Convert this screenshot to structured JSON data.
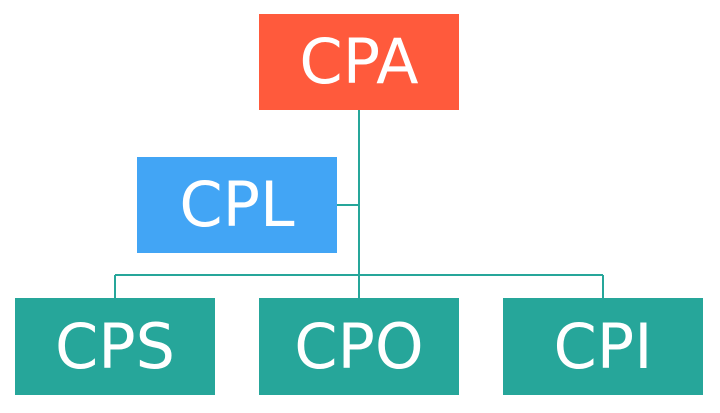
{
  "nodes": {
    "top": {
      "label": "CPA",
      "color": "#FF5A3C"
    },
    "side": {
      "label": "CPL",
      "color": "#42A5F5"
    },
    "bottom": [
      {
        "label": "CPS",
        "color": "#26A69A"
      },
      {
        "label": "CPO",
        "color": "#26A69A"
      },
      {
        "label": "CPI",
        "color": "#26A69A"
      }
    ]
  },
  "connector_color": "#26A69A"
}
